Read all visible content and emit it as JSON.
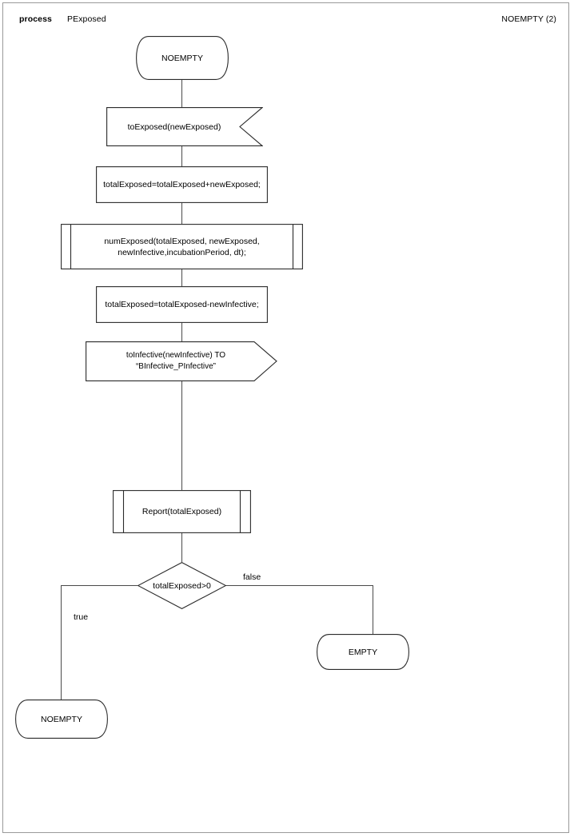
{
  "header": {
    "kind_label": "process",
    "process_name": "PExposed",
    "state_right": "NOEMPTY (2)"
  },
  "diagram": {
    "type": "sdl-process-flowchart",
    "nodes": [
      {
        "id": "start-noempty",
        "shape": "terminal-barrel",
        "label": "NOEMPTY"
      },
      {
        "id": "input-toexposed",
        "shape": "input-signal",
        "label": "toExposed(newExposed)"
      },
      {
        "id": "task-add",
        "shape": "process-rect",
        "label": "totalExposed=totalExposed+newExposed;"
      },
      {
        "id": "call-numexposed",
        "shape": "predefined-process",
        "label": "numExposed(totalExposed, newExposed,\nnewInfective,incubationPeriod, dt);"
      },
      {
        "id": "task-sub",
        "shape": "process-rect",
        "label": "totalExposed=totalExposed-newInfective;"
      },
      {
        "id": "output-toinfective",
        "shape": "output-signal",
        "label": "toInfective(newInfective) TO “BInfective_PInfective”"
      },
      {
        "id": "call-report",
        "shape": "predefined-process",
        "label": "Report(totalExposed)"
      },
      {
        "id": "decision",
        "shape": "decision-diamond",
        "label": "totalExposed>0"
      },
      {
        "id": "end-empty",
        "shape": "terminal-barrel",
        "label": "EMPTY"
      },
      {
        "id": "end-noempty",
        "shape": "terminal-barrel",
        "label": "NOEMPTY"
      }
    ],
    "edges": [
      {
        "from": "start-noempty",
        "to": "input-toexposed",
        "label": ""
      },
      {
        "from": "input-toexposed",
        "to": "task-add",
        "label": ""
      },
      {
        "from": "task-add",
        "to": "call-numexposed",
        "label": ""
      },
      {
        "from": "call-numexposed",
        "to": "task-sub",
        "label": ""
      },
      {
        "from": "task-sub",
        "to": "output-toinfective",
        "label": ""
      },
      {
        "from": "output-toinfective",
        "to": "call-report",
        "label": ""
      },
      {
        "from": "call-report",
        "to": "decision",
        "label": ""
      },
      {
        "from": "decision",
        "to": "end-noempty",
        "label": "true"
      },
      {
        "from": "decision",
        "to": "end-empty",
        "label": "false"
      }
    ],
    "edge_labels": {
      "true": "true",
      "false": "false"
    }
  },
  "colors": {
    "stroke": "#2b2b2b",
    "connector": "#4a4a4a",
    "page_border": "#9a9a9a",
    "background": "#ffffff",
    "text": "#000000"
  }
}
